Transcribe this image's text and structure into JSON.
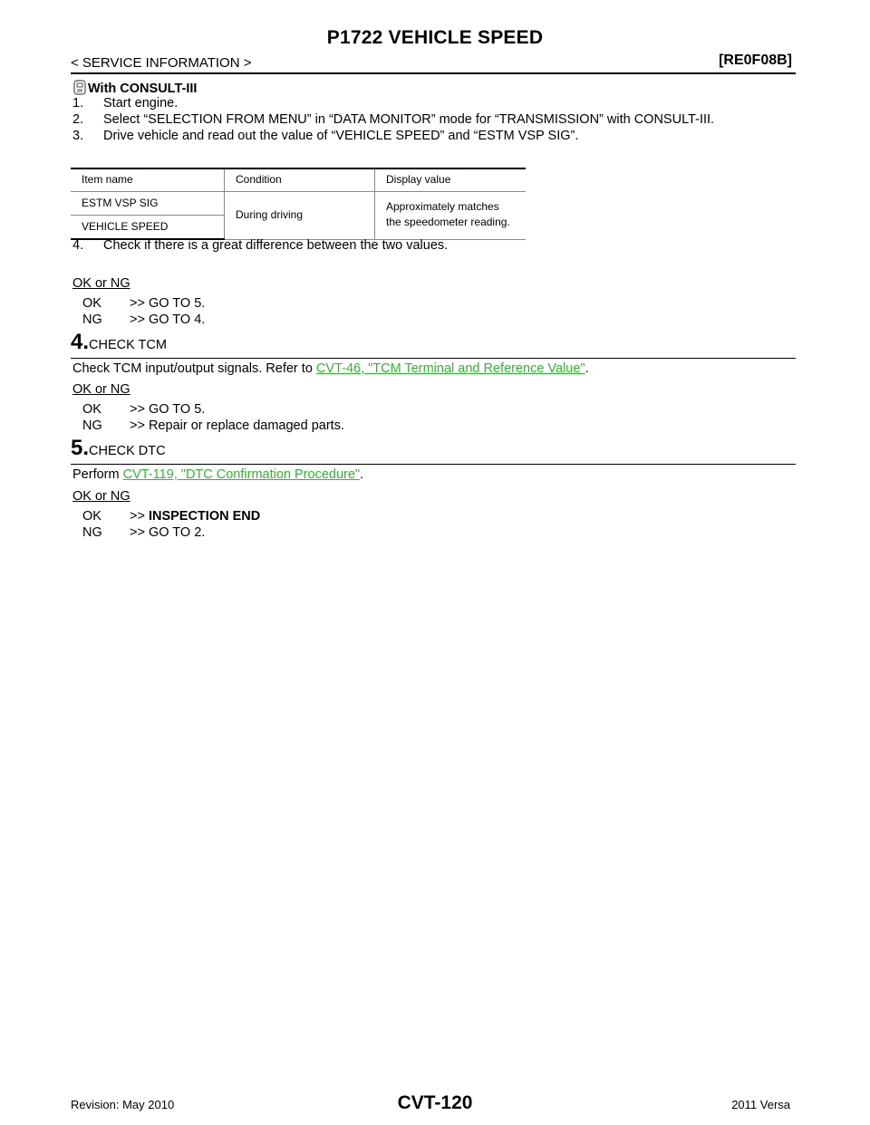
{
  "header": {
    "title": "P1722 VEHICLE SPEED",
    "section": "< SERVICE INFORMATION >",
    "model_code": "[RE0F08B]"
  },
  "consult": {
    "heading": "With CONSULT-III",
    "steps": [
      {
        "num": "1.",
        "text": "Start engine."
      },
      {
        "num": "2.",
        "text": "Select “SELECTION FROM MENU” in “DATA MONITOR” mode for “TRANSMISSION” with CONSULT-III."
      },
      {
        "num": "3.",
        "text": "Drive vehicle and read out the value of “VEHICLE SPEED” and “ESTM VSP SIG”."
      }
    ],
    "step4": {
      "num": "4.",
      "text": "Check if there is a great difference between the two values."
    }
  },
  "table": {
    "headers": [
      "Item name",
      "Condition",
      "Display value"
    ],
    "item1": "ESTM VSP SIG",
    "item2": "VEHICLE SPEED",
    "condition": "During driving",
    "display_line1": "Approximately matches",
    "display_line2": "the speedometer reading."
  },
  "result1": {
    "label": "OK or NG",
    "ok_code": "OK",
    "ok_text": ">> GO TO 5.",
    "ng_code": "NG",
    "ng_text": ">> GO TO 4."
  },
  "step_tcm": {
    "number": "4.",
    "heading": "CHECK TCM",
    "text_before": "Check TCM input/output signals. Refer to ",
    "link": "CVT-46, \"TCM Terminal and Reference Value\"",
    "text_after": ".",
    "result_label": "OK or NG",
    "ok_code": "OK",
    "ok_text": ">> GO TO 5.",
    "ng_code": "NG",
    "ng_text": ">> Repair or replace damaged parts."
  },
  "step_dtc": {
    "number": "5.",
    "heading": "CHECK DTC",
    "text_before": "Perform ",
    "link": "CVT-119, \"DTC Confirmation Procedure\"",
    "text_after": ".",
    "result_label": "OK or NG",
    "ok_code": "OK",
    "ok_prefix": ">> ",
    "ok_text": "INSPECTION END",
    "ng_code": "NG",
    "ng_text": ">> GO TO 2."
  },
  "footer": {
    "revision": "Revision: May 2010",
    "page": "CVT-120",
    "vehicle": "2011 Versa"
  }
}
